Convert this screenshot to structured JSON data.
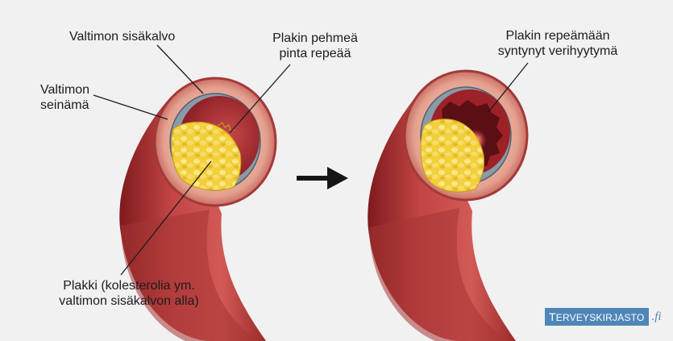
{
  "labels": {
    "inner_lining": "Valtimon sisäkalvo",
    "wall_line1": "Valtimon",
    "wall_line2": "seinämä",
    "rupture_line1": "Plakin pehmeä",
    "rupture_line2": "pinta repeää",
    "clot_line1": "Plakin repeämään",
    "clot_line2": "syntynyt verihyytymä",
    "plaque_line1": "Plakki (kolesterolia ym.",
    "plaque_line2": "valtimon sisäkalvon alla)"
  },
  "logo": {
    "first_letter": "T",
    "rest": "ERVEYSKIRJASTO",
    "tld": ".fi"
  },
  "colors": {
    "background": "#f1f1f1",
    "artery_red": "#b73a3a",
    "lumen": "#a82a2e",
    "clot": "#5a0f14",
    "plaque": "#f2cf3c",
    "intima": "#8a9aa8",
    "logo_blue": "#4f86b8"
  }
}
